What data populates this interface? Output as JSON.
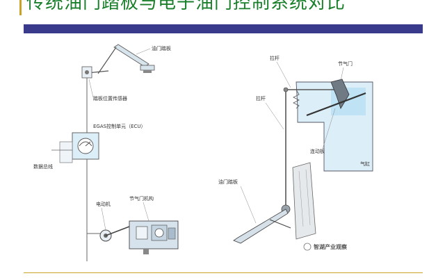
{
  "slide": {
    "title": "传统油门踏板与电子油门控制系统对比"
  },
  "left_diagram": {
    "pedal_label": "油门踏板",
    "sensor_label": "踏板位置传感器",
    "ecu_label": "EGAS控制单元（ECU）",
    "bus_label": "数据总线",
    "motor_label": "电动机",
    "throttle_mech_label": "节气门机构"
  },
  "right_diagram": {
    "rod_top_label": "拉杆",
    "throttle_label": "节气门",
    "rod_side_label": "拉杆",
    "pedal_label": "油门踏板",
    "linkage_label": "连动板",
    "cylinder_label": "气缸"
  },
  "watermark": {
    "text": "智湖产业观察"
  },
  "colors": {
    "title_text": "#1a7f2b",
    "title_bar": "#3a3a8c",
    "accent_line": "#c9a227",
    "diagram_fill": "#dceef8",
    "cylinder_fill": "#bfe3f5"
  }
}
